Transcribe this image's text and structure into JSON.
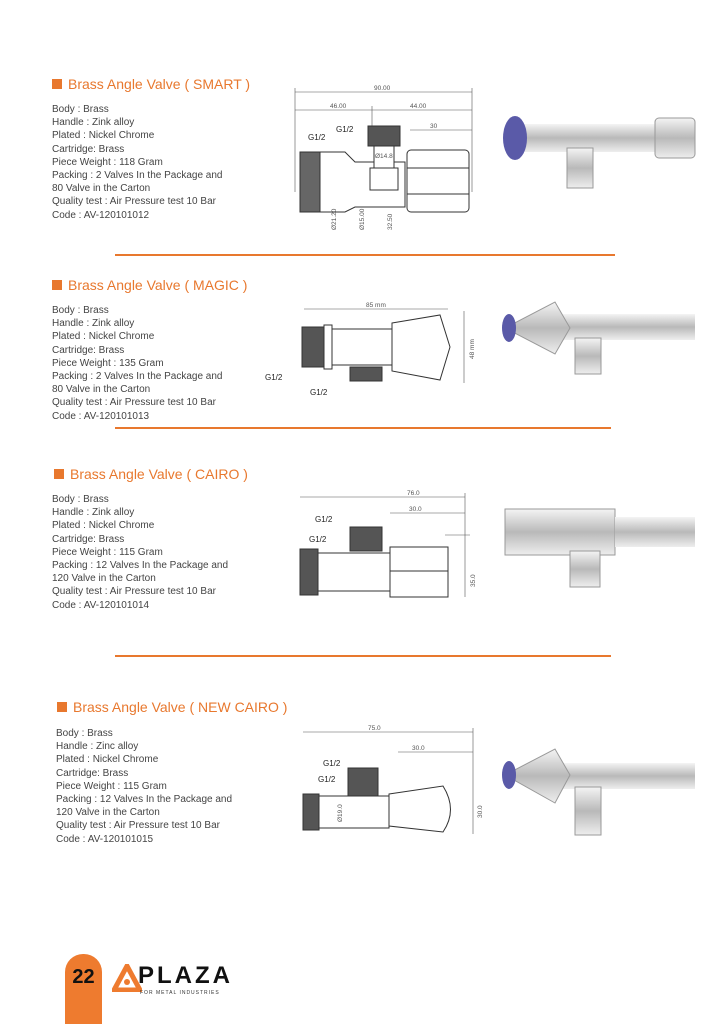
{
  "products": [
    {
      "title": "Brass Angle Valve ( SMART )",
      "specs": [
        "Body : Brass",
        "Handle : Zink alloy",
        "Plated : Nickel Chrome",
        "Cartridge: Brass",
        "Piece Weight : 118 Gram",
        "Packing : 2 Valves In the Package and",
        "80 Valve in the Carton",
        "Quality test : Air Pressure test 10 Bar",
        "Code : AV-120101012"
      ],
      "dims": {
        "total": "90.00",
        "a": "46.00",
        "b": "44.00",
        "c": "30",
        "g1": "G1/2",
        "g2": "G1/2",
        "d1": "Ø14.8",
        "d2": "Ø21.20",
        "d3": "Ø15.00",
        "d4": "32.50"
      }
    },
    {
      "title": "Brass Angle Valve ( MAGIC )",
      "specs": [
        "Body : Brass",
        "Handle : Zink alloy",
        "Plated : Nickel Chrome",
        "Cartridge: Brass",
        "Piece Weight : 135 Gram",
        "Packing : 2 Valves In the Package and",
        "80 Valve in the Carton",
        "Quality test : Air Pressure test 10 Bar",
        "Code : AV-120101013"
      ],
      "dims": {
        "total": "85 mm",
        "h": "48 mm",
        "g1": "G1/2",
        "g2": "G1/2"
      }
    },
    {
      "title": "Brass Angle Valve ( CAIRO )",
      "specs": [
        "Body : Brass",
        "Handle : Zink alloy",
        "Plated : Nickel Chrome",
        "Cartridge: Brass",
        "Piece Weight : 115 Gram",
        "Packing : 12 Valves In the Package and",
        "120 Valve in the Carton",
        "Quality test : Air Pressure test 10 Bar",
        "Code : AV-120101014"
      ],
      "dims": {
        "total": "76.0",
        "c": "30.0",
        "h": "35.0",
        "g1": "G1/2",
        "g2": "G1/2"
      }
    },
    {
      "title": "Brass Angle Valve ( NEW CAIRO )",
      "specs": [
        "Body : Brass",
        "Handle : Zinc alloy",
        "Plated : Nickel Chrome",
        "Cartridge: Brass",
        "Piece Weight : 115 Gram",
        "Packing : 12 Valves In the Package and",
        "120 Valve in the Carton",
        "Quality test : Air Pressure test 10 Bar",
        "Code : AV-120101015"
      ],
      "dims": {
        "total": "75.0",
        "c": "30.0",
        "h": "30.0",
        "d": "Ø19.0",
        "g1": "G1/2",
        "g2": "G1/2"
      }
    }
  ],
  "footer": {
    "page": "22",
    "brand": "PLAZA",
    "tagline": "FOR METAL INDUSTRIES"
  },
  "colors": {
    "accent": "#e8782e"
  }
}
